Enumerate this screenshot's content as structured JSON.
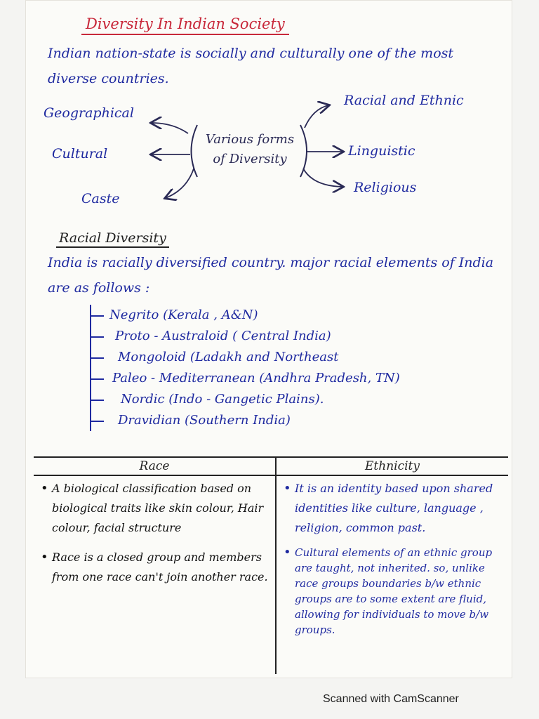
{
  "title": "Diversity In Indian Society",
  "intro": "Indian nation-state is socially and culturally one of the most diverse countries.",
  "diagram": {
    "center_line1": "Various forms",
    "center_line2": "of Diversity",
    "left": [
      "Geographical",
      "Cultural",
      "Caste"
    ],
    "right": [
      "Racial and Ethnic",
      "Linguistic",
      "Religious"
    ]
  },
  "racial": {
    "heading": "Racial Diversity",
    "intro": "India is racially diversified country. major racial elements of India are as follows :",
    "items": [
      "Negrito (Kerala , A&N)",
      "Proto - Australoid ( Central India)",
      "Mongoloid (Ladakh and Northeast",
      "Paleo - Mediterranean (Andhra Pradesh, TN)",
      "Nordic (Indo - Gangetic Plains).",
      "Dravidian (Southern India)"
    ]
  },
  "comparison": {
    "race": {
      "heading": "Race",
      "points": [
        "A biological classification based on biological traits like skin colour, Hair colour, facial structure",
        "Race is a closed group and members from one race can't join another race."
      ]
    },
    "ethnicity": {
      "heading": "Ethnicity",
      "points": [
        "It is an identity based upon shared identities like culture, language , religion, common past.",
        "Cultural elements of an ethnic group are taught, not inherited. so, unlike race groups boundaries b/w ethnic groups are to some extent are fluid, allowing for individuals to move b/w groups."
      ]
    }
  },
  "footer": "Scanned with CamScanner",
  "colors": {
    "ink_blue": "#1f2aa0",
    "title_red": "#c8283a",
    "ink_black": "#111111"
  }
}
